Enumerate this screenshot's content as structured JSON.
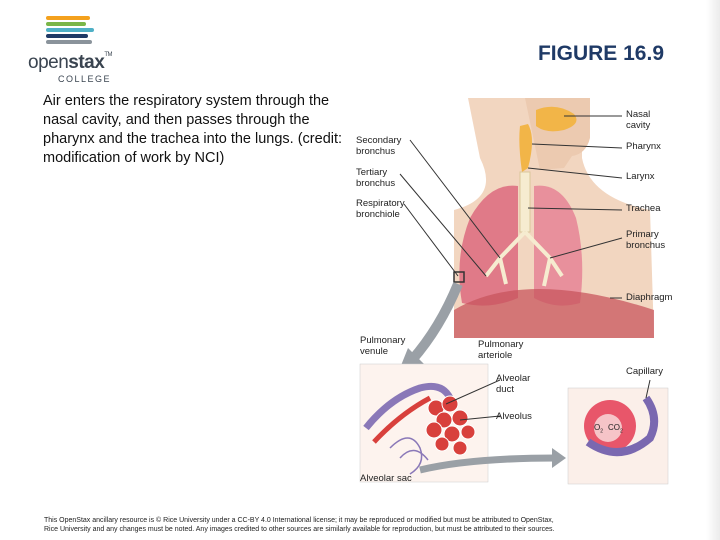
{
  "logo": {
    "word_light": "open",
    "word_bold": "stax",
    "tm": "TM",
    "college": "COLLEGE",
    "stripe_colors": [
      "#f4a11d",
      "#7ab648",
      "#4fb0c6",
      "#1f3a66",
      "#8a939b"
    ]
  },
  "figure": {
    "title": "FIGURE 16.9",
    "caption": "Air enters the respiratory system through the nasal cavity, and then passes through the pharynx and the trachea into the lungs. (credit: modification of work by NCI)"
  },
  "diagram_labels": {
    "nasal_cavity": [
      "Nasal",
      "cavity"
    ],
    "pharynx": [
      "Pharynx"
    ],
    "larynx": [
      "Larynx"
    ],
    "trachea": [
      "Trachea"
    ],
    "primary_bronchus": [
      "Primary",
      "bronchus"
    ],
    "diaphragm": [
      "Diaphragm"
    ],
    "secondary_bronchus": [
      "Secondary",
      "bronchus"
    ],
    "tertiary_bronchus": [
      "Tertiary",
      "bronchus"
    ],
    "respiratory_bronchiole": [
      "Respiratory",
      "bronchiole"
    ],
    "pulmonary_venule": [
      "Pulmonary",
      "venule"
    ],
    "pulmonary_arteriole": [
      "Pulmonary",
      "arteriole"
    ],
    "alveolar_duct": [
      "Alveolar",
      "duct"
    ],
    "alveolus": [
      "Alveolus"
    ],
    "capillary": [
      "Capillary"
    ],
    "alveolar_sac": [
      "Alveolar sac"
    ],
    "o2": "O",
    "co2": "CO"
  },
  "colors": {
    "title": "#1f3a66",
    "lung": "#e07a88",
    "skin": "#f2d6c0",
    "nasal": "#f2b548",
    "bronchi": "#f6ecd0",
    "vein": "#8a78b8",
    "artery": "#d8403c",
    "arrow": "#9aa0a6"
  },
  "footer": {
    "line1": "This OpenStax ancillary resource is © Rice University under a CC-BY 4.0 International license; it may be reproduced or modified but must be attributed to OpenStax,",
    "line2": "Rice University and any changes must be noted. Any images credited to other sources are similarly available for reproduction, but must be attributed to their sources."
  }
}
